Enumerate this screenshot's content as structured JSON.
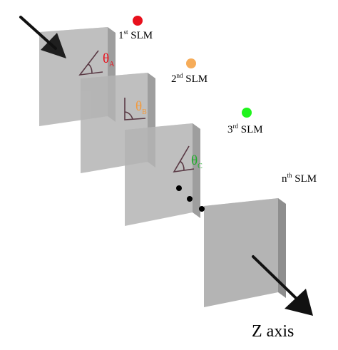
{
  "slms": [
    {
      "num": "1",
      "sup": "st",
      "suffix": " SLM",
      "theta": "θ",
      "sub": "A",
      "dot_color": "#e8101c",
      "theta_color": "#e8101c"
    },
    {
      "num": "2",
      "sup": "nd",
      "suffix": " SLM",
      "theta": "θ",
      "sub": "B",
      "dot_color": "#f6ac59",
      "theta_color": "#f39a3c"
    },
    {
      "num": "3",
      "sup": "rd",
      "suffix": " SLM",
      "theta": "θ",
      "sub": "C",
      "dot_color": "#1ff41c",
      "theta_color": "#1fae2b"
    },
    {
      "num": "n",
      "sup": "th",
      "suffix": " SLM"
    }
  ],
  "axis_label": "Z axis",
  "colors": {
    "panel_front": "#b4b4b4",
    "panel_side": "#8e8e8e",
    "panel_top": "#d3d3d3",
    "arrow": "#111111",
    "angle_mark": "#5a3a45"
  }
}
